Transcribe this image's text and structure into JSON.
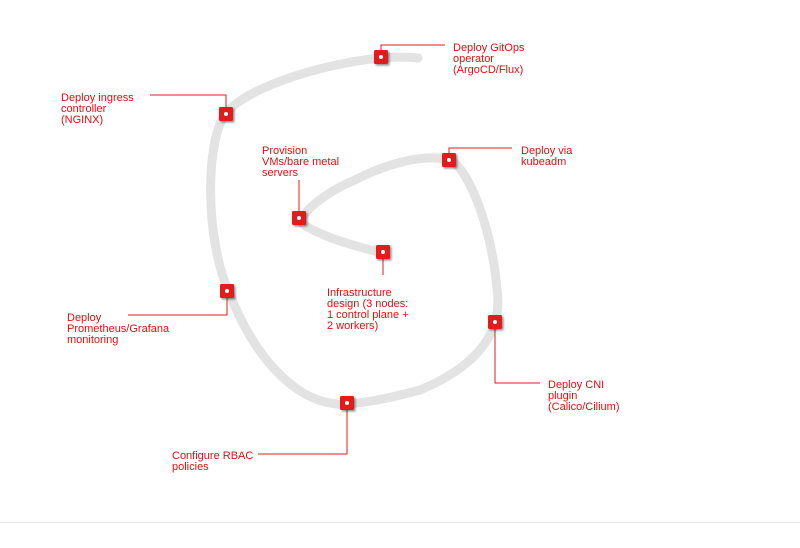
{
  "diagram": {
    "type": "spiral-roadmap",
    "accent_color": "#e21b1b",
    "path_color": "#e3e3e3",
    "steps": [
      {
        "id": "infrastructure-design",
        "text": "Infrastructure\ndesign (3 nodes:\n1 control plane +\n2 workers)"
      },
      {
        "id": "provision-vms",
        "text": "Provision\nVMs/bare metal\nservers"
      },
      {
        "id": "deploy-kubeadm",
        "text": "Deploy via\nkubeadm"
      },
      {
        "id": "deploy-cni",
        "text": "Deploy CNI\nplugin\n(Calico/Cilium)"
      },
      {
        "id": "configure-rbac",
        "text": "Configure RBAC\npolicies"
      },
      {
        "id": "deploy-monitoring",
        "text": "Deploy\nPrometheus/Grafana\nmonitoring"
      },
      {
        "id": "deploy-ingress",
        "text": "Deploy ingress\ncontroller\n(NGINX)"
      },
      {
        "id": "deploy-gitops",
        "text": "Deploy GitOps\noperator\n(ArgoCD/Flux)"
      }
    ]
  }
}
